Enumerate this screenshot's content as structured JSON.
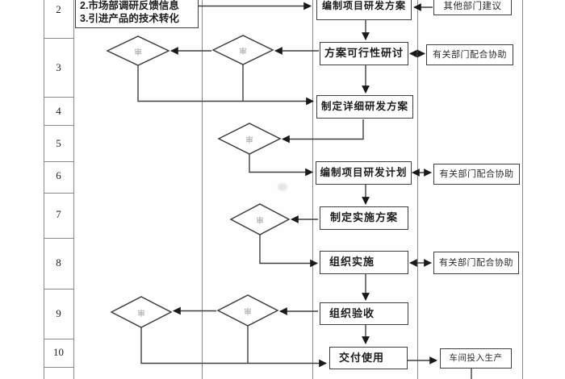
{
  "diagram": {
    "title_hint": "产品研发流程图 (product R&D flowchart, cropped view)",
    "row_numbers": [
      "2",
      "3",
      "4",
      "5",
      "6",
      "7",
      "8",
      "9",
      "10"
    ],
    "diamond_label": "审",
    "inputs_box": {
      "line1": "2.市场部调研反馈信息",
      "line2": "3.引进产品的技术转化"
    },
    "boxes": {
      "r2_main": "编制项目研发方案",
      "r2_side": "其他部门建议",
      "r3_main": "方案可行性研讨",
      "r3_side": "有关部门配合协助",
      "r4_main": "制定详细研发方案",
      "r6_main": "编制项目研发计划",
      "r6_side": "有关部门配合协助",
      "r7_main": "制定实施方案",
      "r8_main": "组织实施",
      "r8_side": "有关部门配合协助",
      "r9_main": "组织验收",
      "r10_main": "交付使用",
      "r10_side": "车间投入生产"
    },
    "colors": {
      "background": "#ffffff",
      "connector_line": "#3f3f3f",
      "grid_line": "#8a8a8a",
      "box_border": "#3f3f3f",
      "text": "#1c1c1c",
      "diamond_text": "#9a9a9a"
    }
  }
}
